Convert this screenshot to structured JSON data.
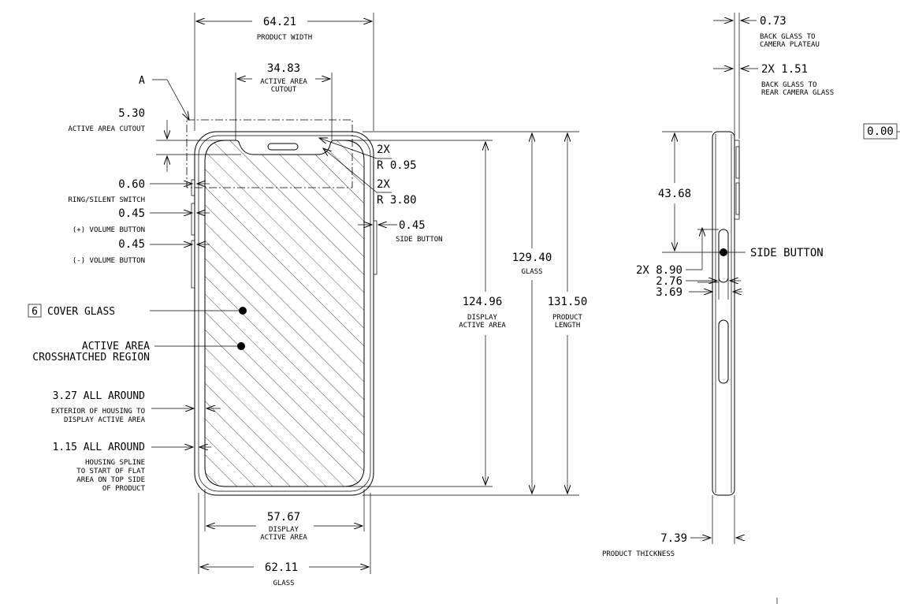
{
  "front": {
    "product_width": {
      "value": "64.21",
      "label": "PRODUCT WIDTH"
    },
    "cutout_width": {
      "value": "34.83",
      "label1": "ACTIVE AREA",
      "label2": "CUTOUT"
    },
    "detail_marker": "A",
    "cutout_height": {
      "value": "5.30",
      "label": "ACTIVE AREA CUTOUT"
    },
    "ring_switch": {
      "value": "0.60",
      "label": "RING/SILENT SWITCH"
    },
    "vol_up": {
      "value": "0.45",
      "label": "(+) VOLUME BUTTON"
    },
    "vol_down": {
      "value": "0.45",
      "label": "(-) VOLUME BUTTON"
    },
    "cover_glass": {
      "box": "6",
      "label": "COVER GLASS"
    },
    "active_area": {
      "line1": "ACTIVE AREA",
      "line2": "CROSSHATCHED REGION"
    },
    "exterior": {
      "value": "3.27 ALL AROUND",
      "line1": "EXTERIOR OF HOUSING TO",
      "line2": "DISPLAY ACTIVE AREA"
    },
    "spline": {
      "value": "1.15 ALL AROUND",
      "line1": "HOUSING SPLINE",
      "line2": "TO START OF FLAT",
      "line3": "AREA ON TOP SIDE",
      "line4": "OF PRODUCT"
    },
    "radius_small": {
      "count": "2X",
      "value": "R 0.95"
    },
    "radius_large": {
      "count": "2X",
      "value": "R 3.80"
    },
    "side_button": {
      "value": "0.45",
      "label": "SIDE BUTTON"
    },
    "active_length": {
      "value": "124.96",
      "line1": "DISPLAY",
      "line2": "ACTIVE AREA"
    },
    "glass_length": {
      "value": "129.40",
      "label": "GLASS"
    },
    "product_length": {
      "value": "131.50",
      "line1": "PRODUCT",
      "line2": "LENGTH"
    },
    "active_width": {
      "value": "57.67",
      "line1": "DISPLAY",
      "line2": "ACTIVE AREA"
    },
    "glass_width": {
      "value": "62.11",
      "label": "GLASS"
    }
  },
  "side": {
    "plateau": {
      "value": "0.73",
      "line1": "BACK GLASS TO",
      "line2": "CAMERA PLATEAU"
    },
    "rear_glass": {
      "value": "2X 1.51",
      "line1": "BACK GLASS TO",
      "line2": "REAR CAMERA GLASS"
    },
    "datum": "0.00",
    "offset_43": "43.68",
    "button_len": "2X 8.90",
    "side_button_label": "SIDE BUTTON",
    "d276": "2.76",
    "d369": "3.69",
    "thickness": {
      "value": "7.39",
      "label": "PRODUCT THICKNESS"
    }
  }
}
